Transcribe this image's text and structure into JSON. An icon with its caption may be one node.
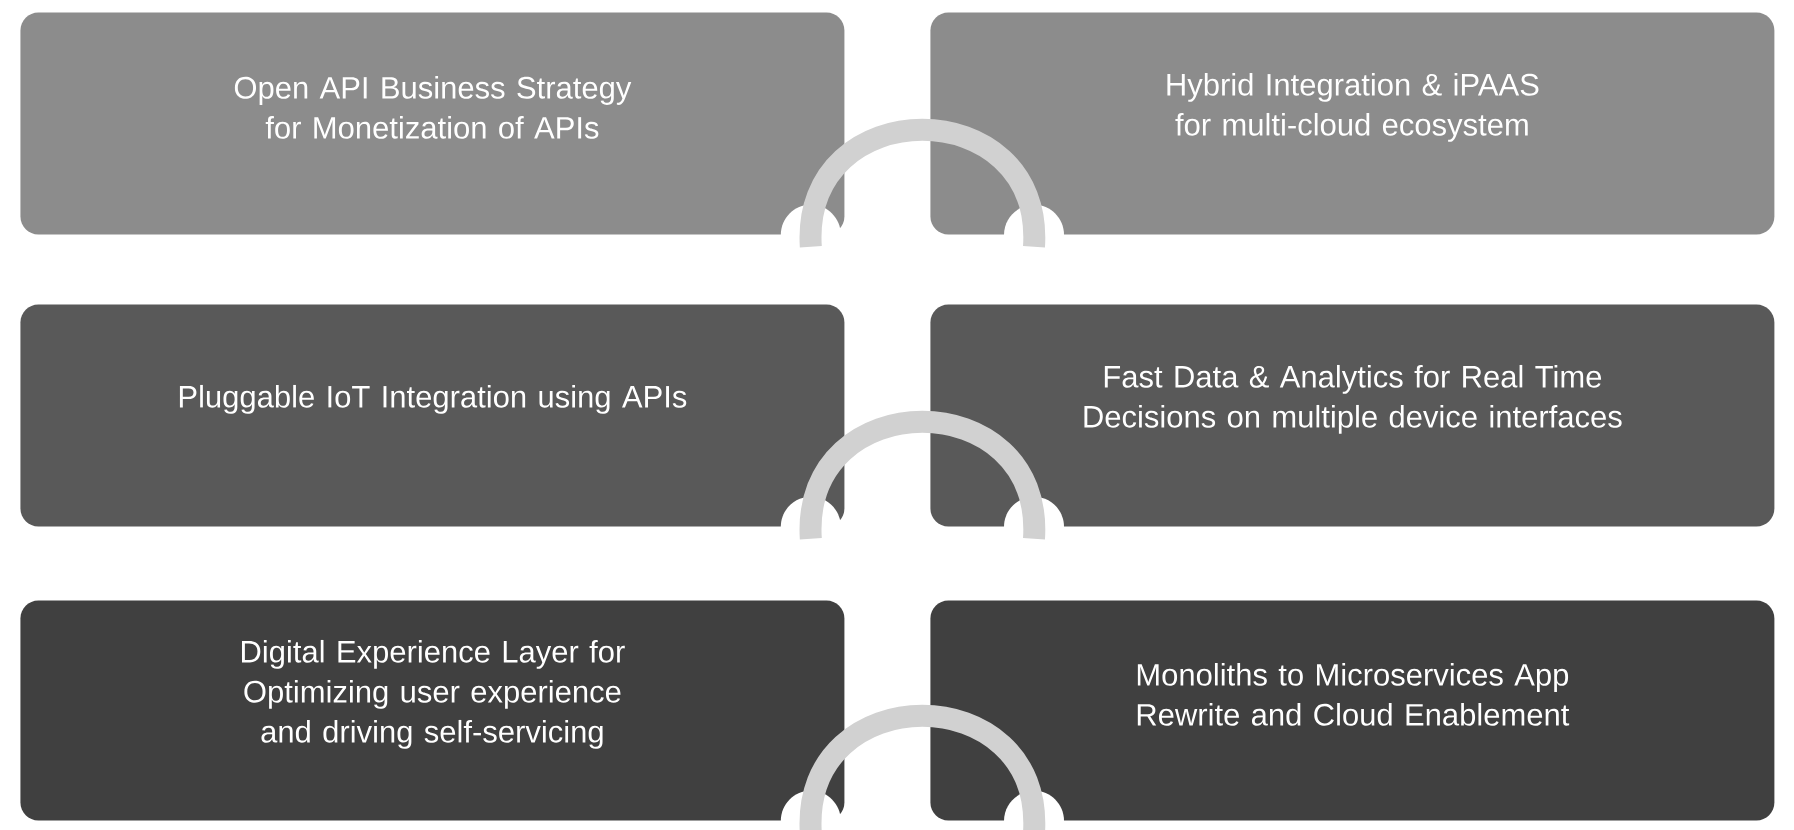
{
  "diagram": {
    "nodes": [
      {
        "text": [
          "Open API Business Strategy for Monetization of APIs"
        ]
      },
      {
        "text": [
          "Hybrid Integration & iPAAS for multi-cloud ecosystem"
        ]
      },
      {
        "text": [
          "Pluggable IoT Integration using APIs"
        ]
      },
      {
        "text": [
          "Fast Data & Analytics for Real Time Decisions on multiple device interfaces"
        ]
      },
      {
        "text": [
          "Digital Experience Layer for Optimizing user experience and driving self-servicing"
        ]
      },
      {
        "text": [
          "Monoliths to Microservices App Rewrite and Cloud Enablement"
        ]
      }
    ],
    "edges": [
      {
        "from": 0,
        "to": 1,
        "arrow": "none"
      },
      {
        "from": 2,
        "to": 3,
        "arrow": "none"
      },
      {
        "from": 4,
        "to": 5,
        "arrow": "none"
      }
    ]
  }
}
